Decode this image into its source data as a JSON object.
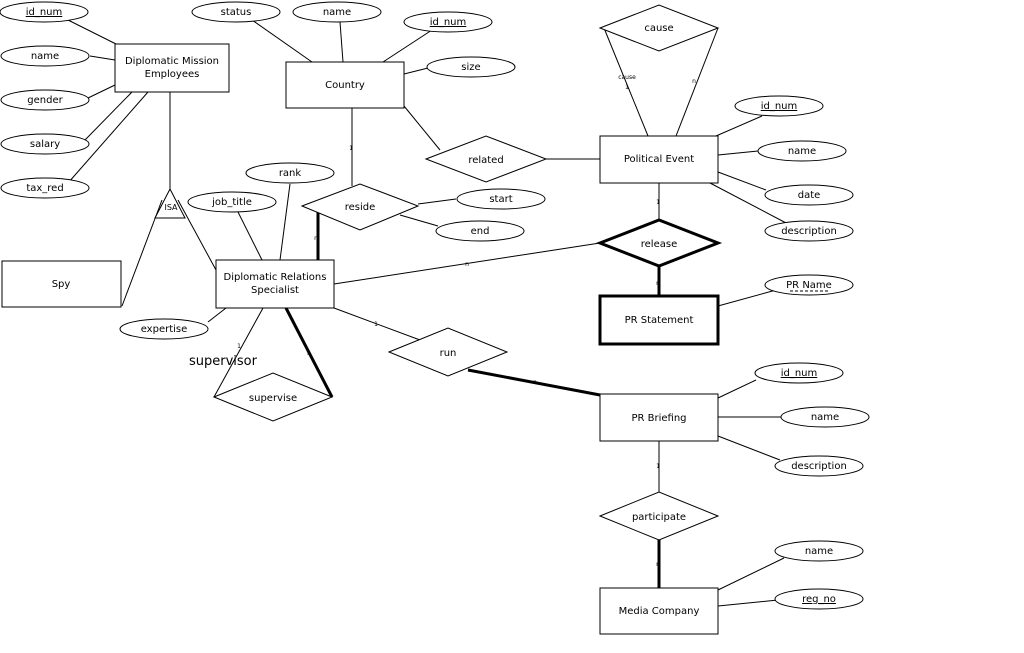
{
  "entities": {
    "diplomatic_mission_employees": [
      "Diplomatic Mission",
      "Employees"
    ],
    "country": "Country",
    "political_event": "Political Event",
    "spy": "Spy",
    "diplomatic_relations_specialist": [
      "Diplomatic Relations",
      "Specialist"
    ],
    "pr_statement": "PR Statement",
    "pr_briefing": "PR Briefing",
    "media_company": "Media Company"
  },
  "relationships": {
    "cause": "cause",
    "related": "related",
    "reside": "reside",
    "release": "release",
    "run": "run",
    "supervise": "supervise",
    "participate": "participate",
    "isa": "ISA"
  },
  "attributes": {
    "employee_id_num": "id_num",
    "employee_name": "name",
    "employee_gender": "gender",
    "employee_salary": "salary",
    "employee_tax_red": "tax_red",
    "country_status": "status",
    "country_name": "name",
    "country_id_num": "id_num",
    "country_size": "size",
    "event_id_num": "id_num",
    "event_name": "name",
    "event_date": "date",
    "event_description": "description",
    "specialist_rank": "rank",
    "specialist_job_title": "job_title",
    "specialist_expertise": "expertise",
    "reside_start": "start",
    "reside_end": "end",
    "statement_pr_name": "PR Name",
    "briefing_id_num": "id_num",
    "briefing_name": "name",
    "briefing_description": "description",
    "media_name": "name",
    "media_reg_no": "reg_no"
  },
  "role_labels": {
    "supervisor": "supervisor",
    "cause_role": [
      "cause",
      "1"
    ]
  },
  "cardinalities": {
    "country_reside": "1",
    "specialist_reside": "n",
    "event_release": "1",
    "release_specialist": "n",
    "release_statement": "n",
    "cause_right": "n",
    "specialist_run": "1",
    "run_briefing": "n",
    "supervise_left": "1",
    "supervise_right": "n",
    "briefing_participate": "1",
    "participate_media": "n"
  }
}
